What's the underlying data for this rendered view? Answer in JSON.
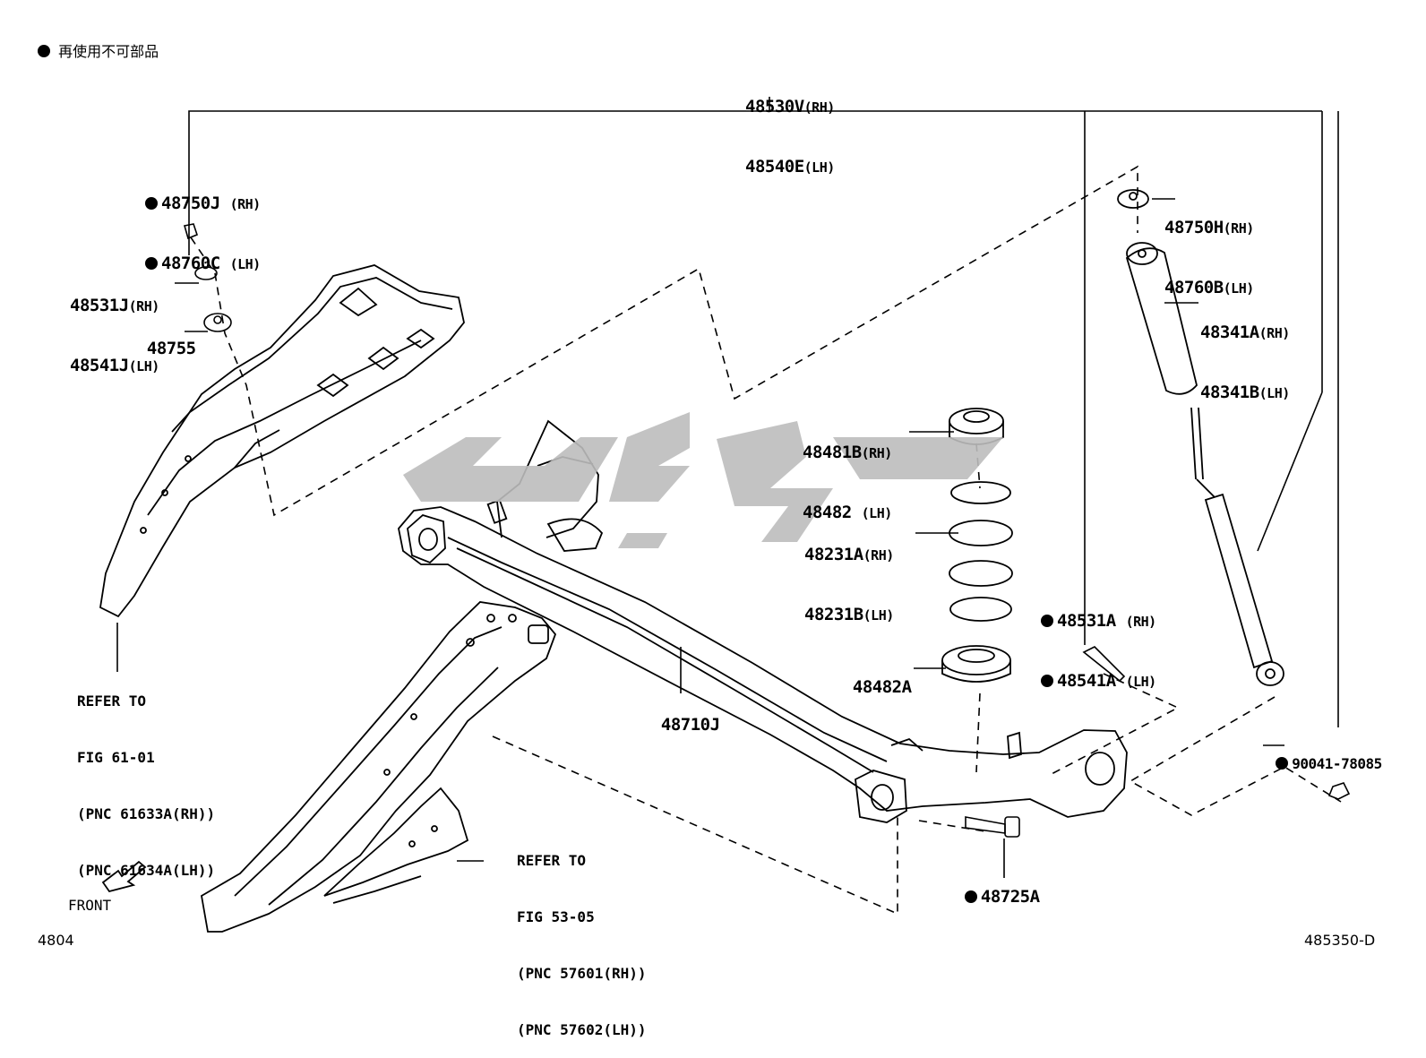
{
  "legend": {
    "text": "再使用不可部品"
  },
  "callouts": {
    "top_assembly": {
      "rh": "48530V",
      "rh_sfx": "(RH)",
      "lh": "48540E",
      "lh_sfx": "(LH)"
    },
    "nut_left": {
      "rh": "48750J",
      "rh_sfx": "(RH)",
      "lh": "48760C",
      "lh_sfx": "(LH)"
    },
    "washer_left": {
      "rh": "48531J",
      "rh_sfx": "(RH)",
      "lh": "48541J",
      "lh_sfx": "(LH)"
    },
    "bushing_left": {
      "code": "48755"
    },
    "mount_right": {
      "rh": "48750H",
      "rh_sfx": "(RH)",
      "lh": "48760B",
      "lh_sfx": "(LH)"
    },
    "dust_boot": {
      "rh": "48341A",
      "rh_sfx": "(RH)",
      "lh": "48341B",
      "lh_sfx": "(LH)"
    },
    "upper_seat": {
      "rh": "48481B",
      "rh_sfx": "(RH)",
      "lh": "48482 ",
      "lh_sfx": "(LH)"
    },
    "coil_spring": {
      "rh": "48231A",
      "rh_sfx": "(RH)",
      "lh": "48231B",
      "lh_sfx": "(LH)"
    },
    "lower_seat": {
      "code": "48482A"
    },
    "axle_beam": {
      "code": "48710J"
    },
    "bolt_right": {
      "rh": "48531A",
      "rh_sfx": "(RH)",
      "lh": "48541A",
      "lh_sfx": "(LH)"
    },
    "nut_far": {
      "code": "90041-78085"
    },
    "bolt_lower": {
      "code": "48725A"
    }
  },
  "refer_notes": {
    "left": {
      "l1": "REFER TO",
      "l2": "FIG 61-01",
      "l3": "(PNC 61633A(RH))",
      "l4": "(PNC 61634A(LH))"
    },
    "lower": {
      "l1": "REFER TO",
      "l2": "FIG 53-05",
      "l3": "(PNC 57601(RH))",
      "l4": "(PNC 57602(LH))"
    }
  },
  "front_label": "FRONT",
  "page_code_left": "4804",
  "page_code_right": "485350-D",
  "colors": {
    "line": "#000000",
    "watermark": "#bdbdbd",
    "background": "#ffffff"
  }
}
